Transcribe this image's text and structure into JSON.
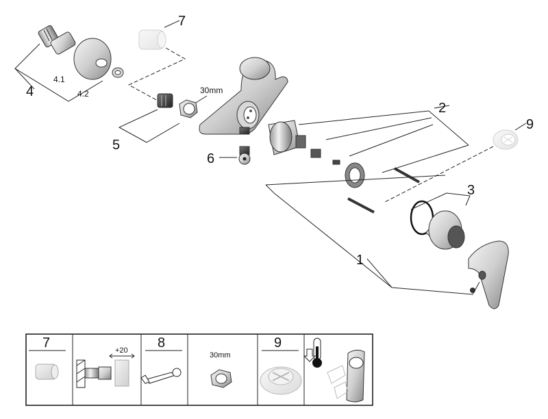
{
  "labels": {
    "p1": "1",
    "p2": "2",
    "p3": "3",
    "p4": "4",
    "p41": "4.1",
    "p42": "4.2",
    "p5": "5",
    "p6": "6",
    "p7": "7",
    "p9": "9",
    "size": "30mm"
  },
  "legend": {
    "cells": [
      {
        "label": "7"
      },
      {
        "label": "+20"
      },
      {
        "label": "8"
      },
      {
        "label": "30mm"
      },
      {
        "label": "9"
      },
      {
        "label": ""
      }
    ]
  }
}
